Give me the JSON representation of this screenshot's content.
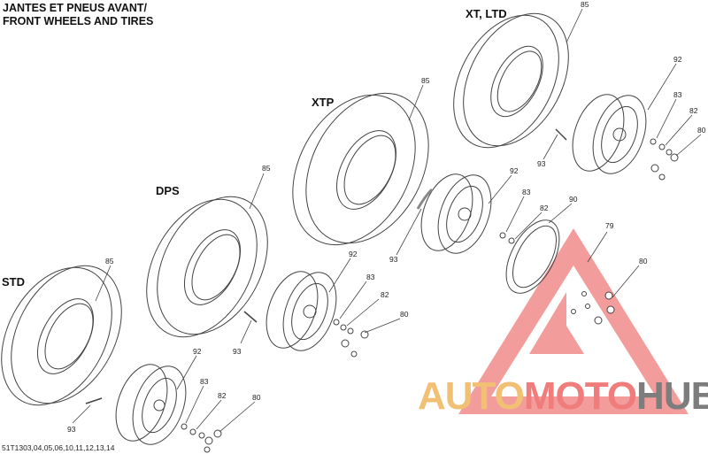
{
  "title": {
    "line1": "JANTES ET PNEUS AVANT/",
    "line2": "FRONT WHEELS AND TIRES"
  },
  "variants": {
    "std": "STD",
    "dps": "DPS",
    "xtp": "XTP",
    "xt_ltd": "XT, LTD"
  },
  "part_numbers": {
    "tire": "85",
    "rim": "92",
    "valve": "93",
    "part_83": "83",
    "part_82": "82",
    "wheel_nut": "80",
    "beadlock_ring": "90",
    "ring_bolt": "79"
  },
  "reference": "51T1303,04,05,06,10,11,12,13,14",
  "watermark": {
    "part1": "AUTO",
    "part2": "MOTO",
    "part3": "HUB",
    "colors": {
      "auto": "#f1c074",
      "moto": "#f07c7c",
      "hub": "#7d7d7d",
      "triangle": "#f07c7c"
    }
  }
}
